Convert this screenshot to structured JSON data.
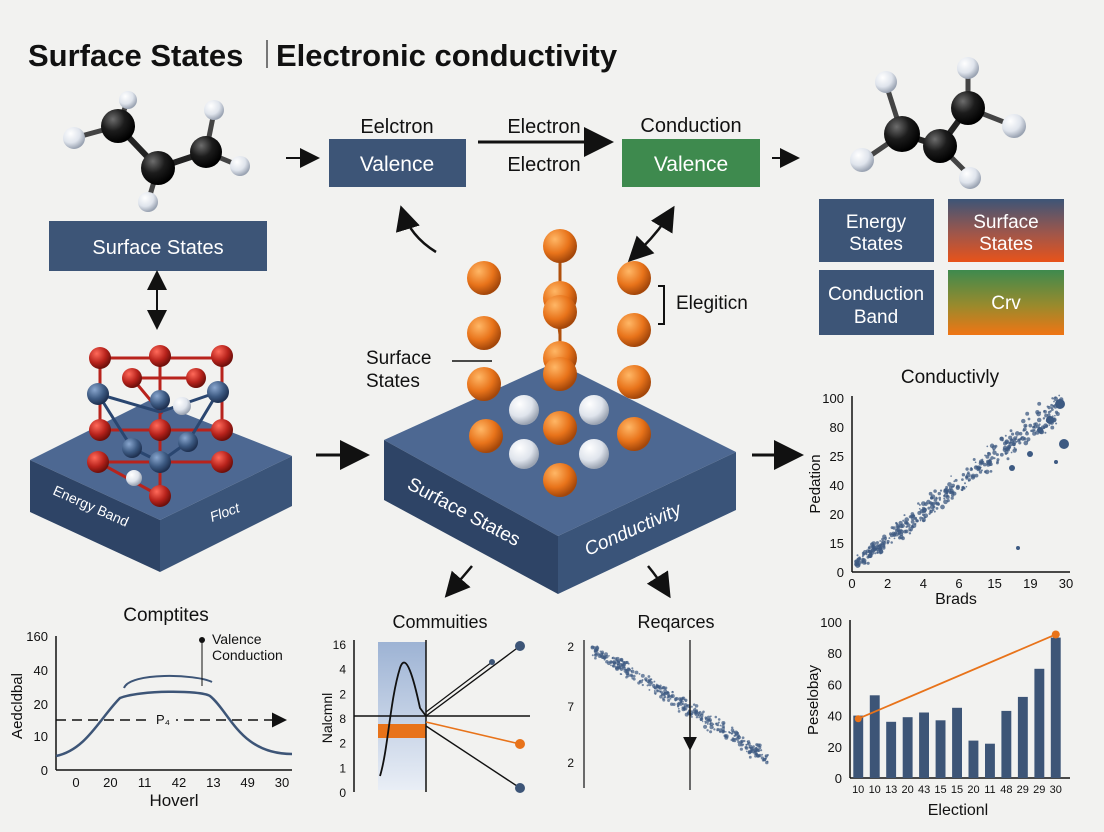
{
  "title": {
    "left": "Surface States",
    "right": "Electronic conductivity"
  },
  "flow": {
    "label_left_top": "Eelctron",
    "box_valence_1": "Valence",
    "label_mid_top": "Electron",
    "label_mid_bottom": "Electron",
    "label_right_top": "Conduction",
    "box_valence_2": "Valence"
  },
  "left_panel": {
    "surface_states_box": "Surface States",
    "slab_label_1": "Energy Band",
    "slab_label_2": "Floct"
  },
  "center_panel": {
    "bracket_label": "Elegiticn",
    "callout_line1": "Surface",
    "callout_line2": "States",
    "slab_label_1": "Surface States",
    "slab_label_2": "Conductivity"
  },
  "legend_boxes": [
    {
      "line1": "Energy",
      "line2": "States"
    },
    {
      "line1": "Surface",
      "line2": "States"
    },
    {
      "line1": "Conduction",
      "line2": "Band"
    },
    {
      "line1": "Crv",
      "line2": ""
    }
  ],
  "colors": {
    "navy": "#3d5577",
    "green": "#3e8a4e",
    "orange": "#e8731a",
    "red_atom": "#b8231c",
    "carbon": "#1a1a1a"
  },
  "chart_data": [
    {
      "type": "scatter",
      "title": "Conductivly",
      "xlabel": "Brads",
      "ylabel": "Pedation",
      "xticks": [
        "0",
        "2",
        "4",
        "6",
        "15",
        "19",
        "30"
      ],
      "yticks": [
        "0",
        "15",
        "20",
        "40",
        "25",
        "80",
        "100"
      ],
      "trend": "increasing"
    },
    {
      "type": "line",
      "title": "Comptites",
      "xlabel": "Hoverl",
      "ylabel": "Aedcldbal",
      "xticks": [
        "0",
        "20",
        "11",
        "42",
        "13",
        "49",
        "30"
      ],
      "yticks": [
        "0",
        "10",
        "20",
        "40",
        "160"
      ],
      "annotations": [
        "Valence",
        "Conduction",
        "P₄"
      ]
    },
    {
      "type": "line",
      "title": "Commuities",
      "ylabel": "Nalcmnl",
      "yticks": [
        "0",
        "1",
        "2",
        "8",
        "2",
        "4",
        "16"
      ]
    },
    {
      "type": "scatter",
      "title": "Reqarces",
      "yticks": [
        "2",
        "7",
        "2"
      ],
      "trend": "decreasing"
    },
    {
      "type": "bar",
      "xlabel": "Electionl",
      "ylabel": "Peselobay",
      "yticks": [
        "0",
        "20",
        "40",
        "60",
        "80",
        "100"
      ],
      "categories": [
        "10",
        "10",
        "13",
        "20",
        "43",
        "15",
        "15",
        "20",
        "11",
        "48",
        "29",
        "29",
        "30"
      ],
      "values": [
        40,
        53,
        36,
        39,
        42,
        37,
        45,
        24,
        22,
        43,
        52,
        70,
        90
      ],
      "trend_line": [
        38,
        92
      ]
    }
  ]
}
